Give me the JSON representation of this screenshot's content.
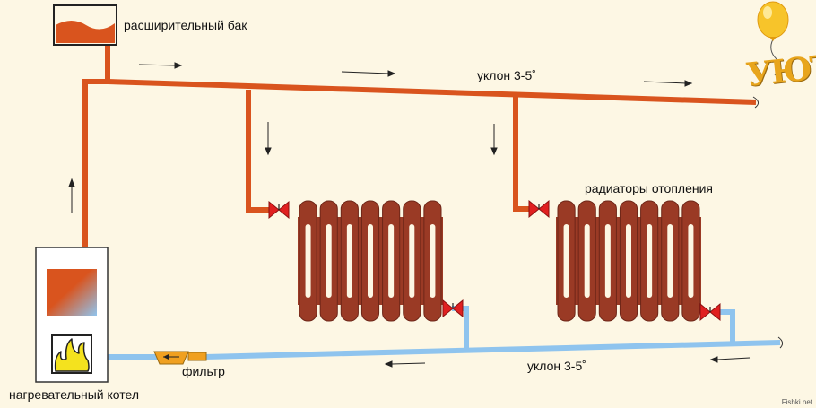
{
  "labels": {
    "expansion_tank": "расширительный бак",
    "slope_top": "уклон 3-5˚",
    "radiators": "радиаторы отопления",
    "filter": "фильтр",
    "slope_bottom": "уклон 3-5˚",
    "boiler": "нагревательный котел"
  },
  "logo_text": "УЮТ",
  "watermark": "Fishki.net",
  "colors": {
    "background": "#fdf7e4",
    "hot_pipe": "#d9541e",
    "cold_pipe": "#8fc4ee",
    "radiator": "#9a3a25",
    "valve": "#e02020",
    "filter": "#f0a020",
    "flame": "#f4e21e"
  },
  "icons": [
    "expansion-tank-icon",
    "boiler-icon",
    "flame-icon",
    "radiator-icon",
    "valve-icon",
    "filter-icon",
    "flow-arrow-icon",
    "balloon-icon"
  ]
}
